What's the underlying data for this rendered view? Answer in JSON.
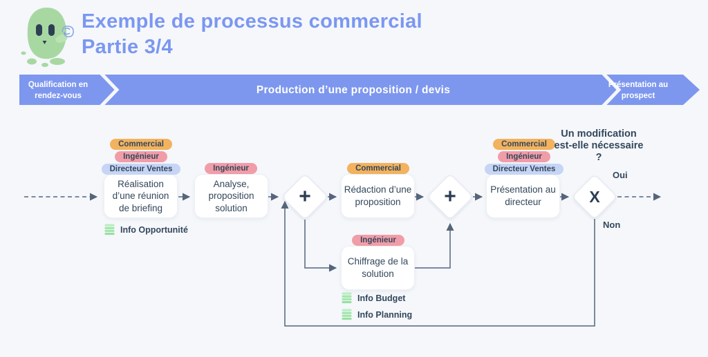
{
  "colors": {
    "background": "#f5f7fb",
    "title": "#7b97f1",
    "banner": "#7d97ee",
    "banner_text": "#ffffff",
    "text_dark": "#33475b",
    "connector": "#55657a",
    "node_fill": "#ffffff",
    "node_border": "#e9edf3",
    "tag_commercial": "#f2b25e",
    "tag_ingenieur": "#f19da8",
    "tag_directeur_ventes": "#c6d5f5",
    "artifact_icon_green": "#a8e8b0",
    "mascot_green": "#a7d8a2"
  },
  "header": {
    "title_line1": "Exemple de processus commercial",
    "title_line2": "Partie 3/4"
  },
  "banner": {
    "left": "Qualification en rendez-vous",
    "center": "Production d’une proposition / devis",
    "right": "Présentation au prospect"
  },
  "flow": {
    "task_briefing": {
      "title": "Réalisation d’une réunion de briefing",
      "tags": [
        "Commercial",
        "Ingénieur",
        "Directeur Ventes"
      ],
      "artifacts": [
        "Info Opportunité"
      ]
    },
    "task_analyse": {
      "title": "Analyse, proposition solution",
      "tags": [
        "Ingénieur"
      ]
    },
    "gateway_parallel_1": {
      "symbol": "+"
    },
    "task_redaction": {
      "title": "Rédaction d’une proposition",
      "tags": [
        "Commercial"
      ]
    },
    "gateway_parallel_2": {
      "symbol": "+"
    },
    "task_presentation": {
      "title": "Présentation au directeur",
      "tags": [
        "Commercial",
        "Ingénieur",
        "Directeur Ventes"
      ]
    },
    "gateway_exclusive": {
      "symbol": "X",
      "question": "Un modification est-elle nécessaire ?",
      "branch_yes": "Oui",
      "branch_no": "Non"
    },
    "task_chiffrage": {
      "title": "Chiffrage de la solution",
      "tags": [
        "Ingénieur"
      ],
      "artifacts": [
        "Info Budget",
        "Info Planning"
      ]
    }
  }
}
